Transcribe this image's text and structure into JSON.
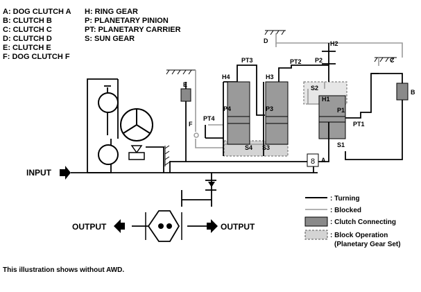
{
  "legend_lines": [
    {
      "text": "A: DOG CLUTCH A"
    },
    {
      "text": "B: CLUTCH B"
    },
    {
      "text": "C: CLUTCH C"
    },
    {
      "text": "D: CLUTCH D"
    },
    {
      "text": "E: CLUTCH E"
    },
    {
      "text": "F: DOG CLUTCH F"
    },
    {
      "text": "H: RING GEAR"
    },
    {
      "text": "P: PLANETARY PINION"
    },
    {
      "text": "PT: PLANETARY CARRIER"
    },
    {
      "text": "S: SUN GEAR"
    }
  ],
  "parts": {
    "A": "A",
    "B": "B",
    "C": "C",
    "D": "D",
    "E": "E",
    "F": "F",
    "H1": "H1",
    "H2": "H2",
    "H3": "H3",
    "H4": "H4",
    "P1": "P1",
    "P2": "P2",
    "P3": "P3",
    "P4": "P4",
    "PT1": "PT1",
    "PT2": "PT2",
    "PT3": "PT3",
    "PT4": "PT4",
    "S1": "S1",
    "S2": "S2",
    "S3": "S3",
    "S4": "S4"
  },
  "io": {
    "input": "INPUT",
    "output_left": "OUTPUT",
    "output_right": "OUTPUT"
  },
  "key": {
    "turning": ": Turning",
    "blocked": ": Blocked",
    "clutch": ": Clutch Connecting",
    "block_op_1": ": Block Operation",
    "block_op_2": "(Planetary Gear Set)"
  },
  "caption": "This illustration shows without AWD.",
  "colors": {
    "turning": "#000000",
    "blocked": "#9a9a9a",
    "clutch_fill": "#8a8a8a",
    "block_op_fill": "#d4d4d4"
  }
}
